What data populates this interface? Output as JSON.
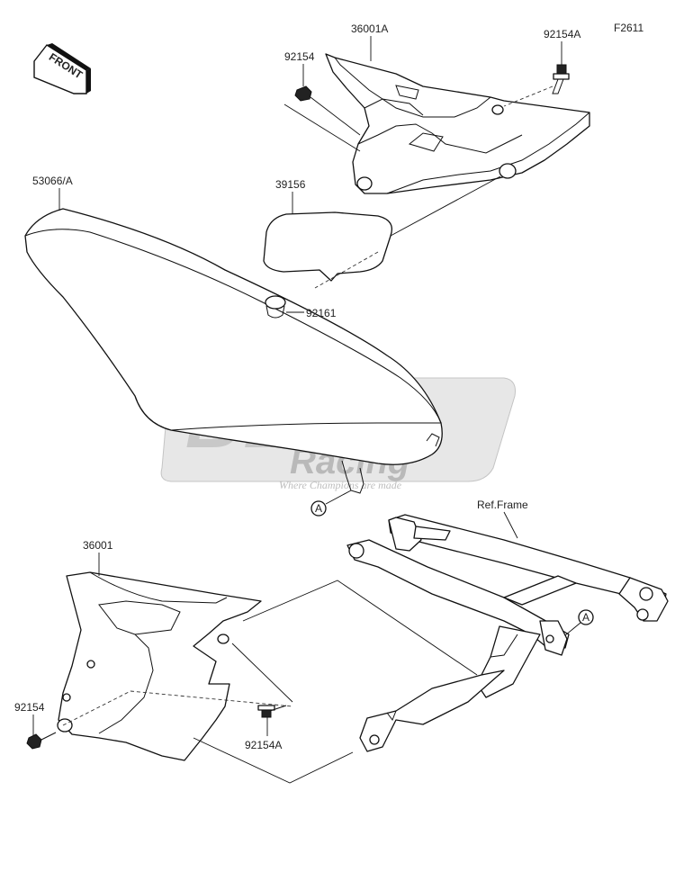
{
  "figure_code": "F2611",
  "front_badge": "FRONT",
  "watermark": {
    "brand_line1": "BERG",
    "brand_line2": "Racing",
    "tagline": "Where Champions are made"
  },
  "part_labels": {
    "cover_right": "36001A",
    "bolt_right_top": "92154A",
    "nut_right": "92154",
    "seat": "53066/A",
    "pad": "39156",
    "grommet": "92161",
    "cover_left": "36001",
    "bolt_left": "92154",
    "bolt_left_lower": "92154A",
    "frame_ref": "Ref.Frame",
    "ref_a_seat": "A",
    "ref_a_frame": "A"
  }
}
